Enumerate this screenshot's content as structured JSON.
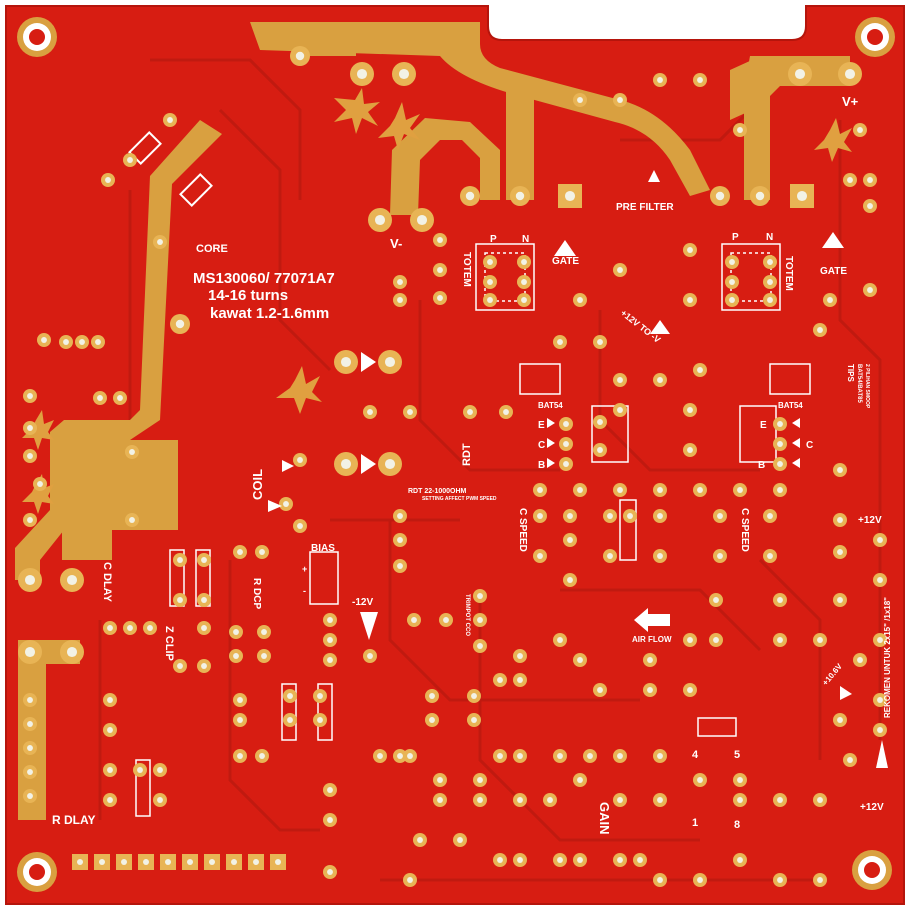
{
  "board": {
    "colors": {
      "background": "#ffffff",
      "board": "#d71d12",
      "trace": "#cc1a10",
      "copper": "#d9a040",
      "pad": "#e8b455",
      "drill": "#f2f2e6",
      "silkscreen": "#ffffff"
    },
    "labels": {
      "core": "CORE",
      "core_part": "MS130060/ 77071A7",
      "turns": "14-16 turns",
      "wire": "kawat 1.2-1.6mm",
      "v_minus": "V-",
      "v_plus": "V+",
      "pre_filter": "PRE FILTER",
      "totem_left": "TOTEM",
      "totem_right": "TOTEM",
      "p_left": "P",
      "n_left": "N",
      "p_right": "P",
      "n_right": "N",
      "gate_left": "GATE",
      "gate_right": "GATE",
      "plus12_to_minus": "+12V TO -V",
      "bat54_left": "BAT54",
      "bat54_right": "BAT54",
      "tips": "TIPS",
      "tips_line2": "BAT54/BAT85",
      "tips_line3": "2 PILIHAN SMOOP",
      "e_left": "E",
      "c_left": "C",
      "b_left": "B",
      "e_right": "E",
      "c_right": "C",
      "b_right": "B",
      "rdt": "RDT",
      "rdt_note": "RDT 22-1000OHM",
      "rdt_note2": "SETTING AFFECT PWM SPEED",
      "coil": "COIL",
      "bias": "BIAS",
      "plus": "+",
      "minus": "-",
      "c_speed_left": "C SPEED",
      "c_speed_right": "C SPEED",
      "minus12v": "-12V",
      "plus12v_right": "+12V",
      "plus12v_bottom": "+12V",
      "plus10_6v": "+10.6V",
      "trimpot": "TRIMPOT CCO",
      "air_flow": "AIR FLOW",
      "c_dlay": "C DLAY",
      "z_clip": "Z CLIP",
      "r_dcp": "R DCP",
      "r_dlay": "R DLAY",
      "gain": "GAIN",
      "rekomen": "REKOMEN UNTUK 2x15\" /1x18\"",
      "pin4": "4",
      "pin5": "5",
      "pin1": "1",
      "pin8": "8"
    }
  }
}
